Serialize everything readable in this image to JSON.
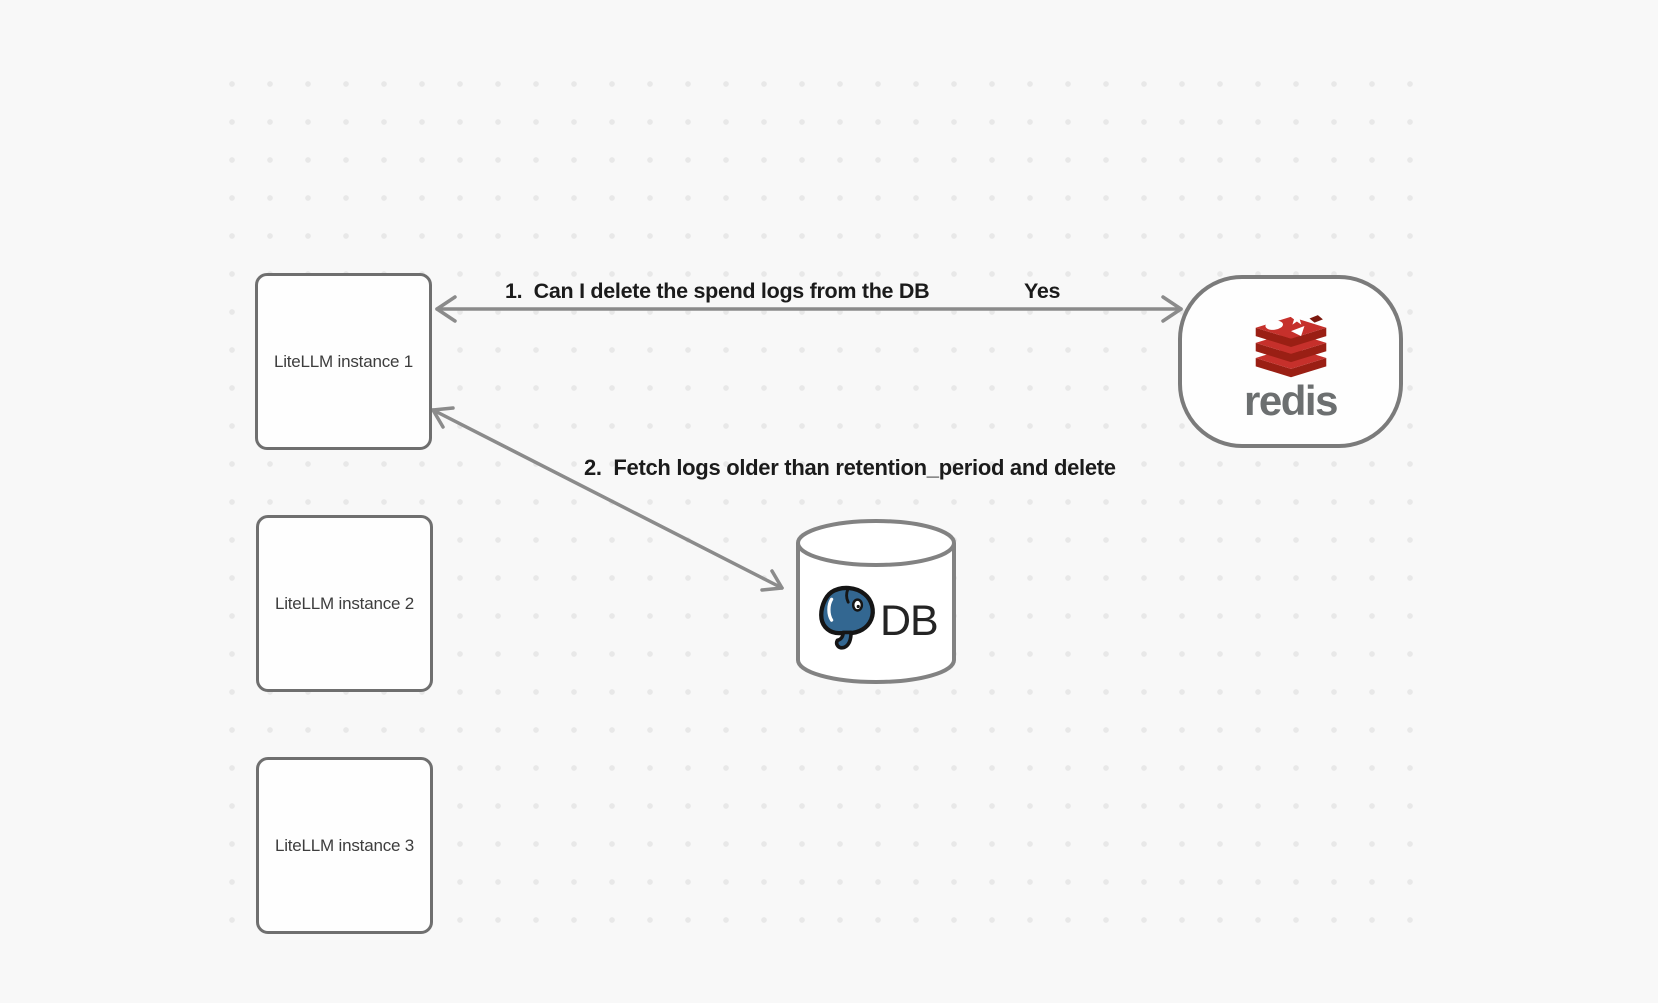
{
  "canvas": {
    "background": "#f8f8f8",
    "dot_color": "#e8e8e8"
  },
  "nodes": {
    "litellm_instances": [
      {
        "label": "LiteLLM instance 1"
      },
      {
        "label": "LiteLLM instance 2"
      },
      {
        "label": "LiteLLM instance 3"
      }
    ],
    "redis": {
      "label": "redis",
      "logo": "redis-stacked-layers-logo",
      "brand_red": "#c6302b",
      "brand_red_dark": "#9a1f14",
      "wordmark_color": "#6c6f70"
    },
    "database": {
      "label": "DB",
      "logo": "postgresql-elephant",
      "postgres_blue": "#336791",
      "shape": "cylinder"
    }
  },
  "arrows": [
    {
      "id": "1",
      "label": "1.  Can I delete the spend logs from the DB",
      "response": "Yes",
      "endpoints": [
        "LiteLLM instance 1",
        "redis"
      ],
      "style": "double-headed",
      "color": "#8b8b8b"
    },
    {
      "id": "2",
      "label": "2.  Fetch logs older than retention_period and delete",
      "endpoints": [
        "LiteLLM instance 1",
        "DB"
      ],
      "style": "double-headed",
      "color": "#8b8b8b"
    }
  ]
}
